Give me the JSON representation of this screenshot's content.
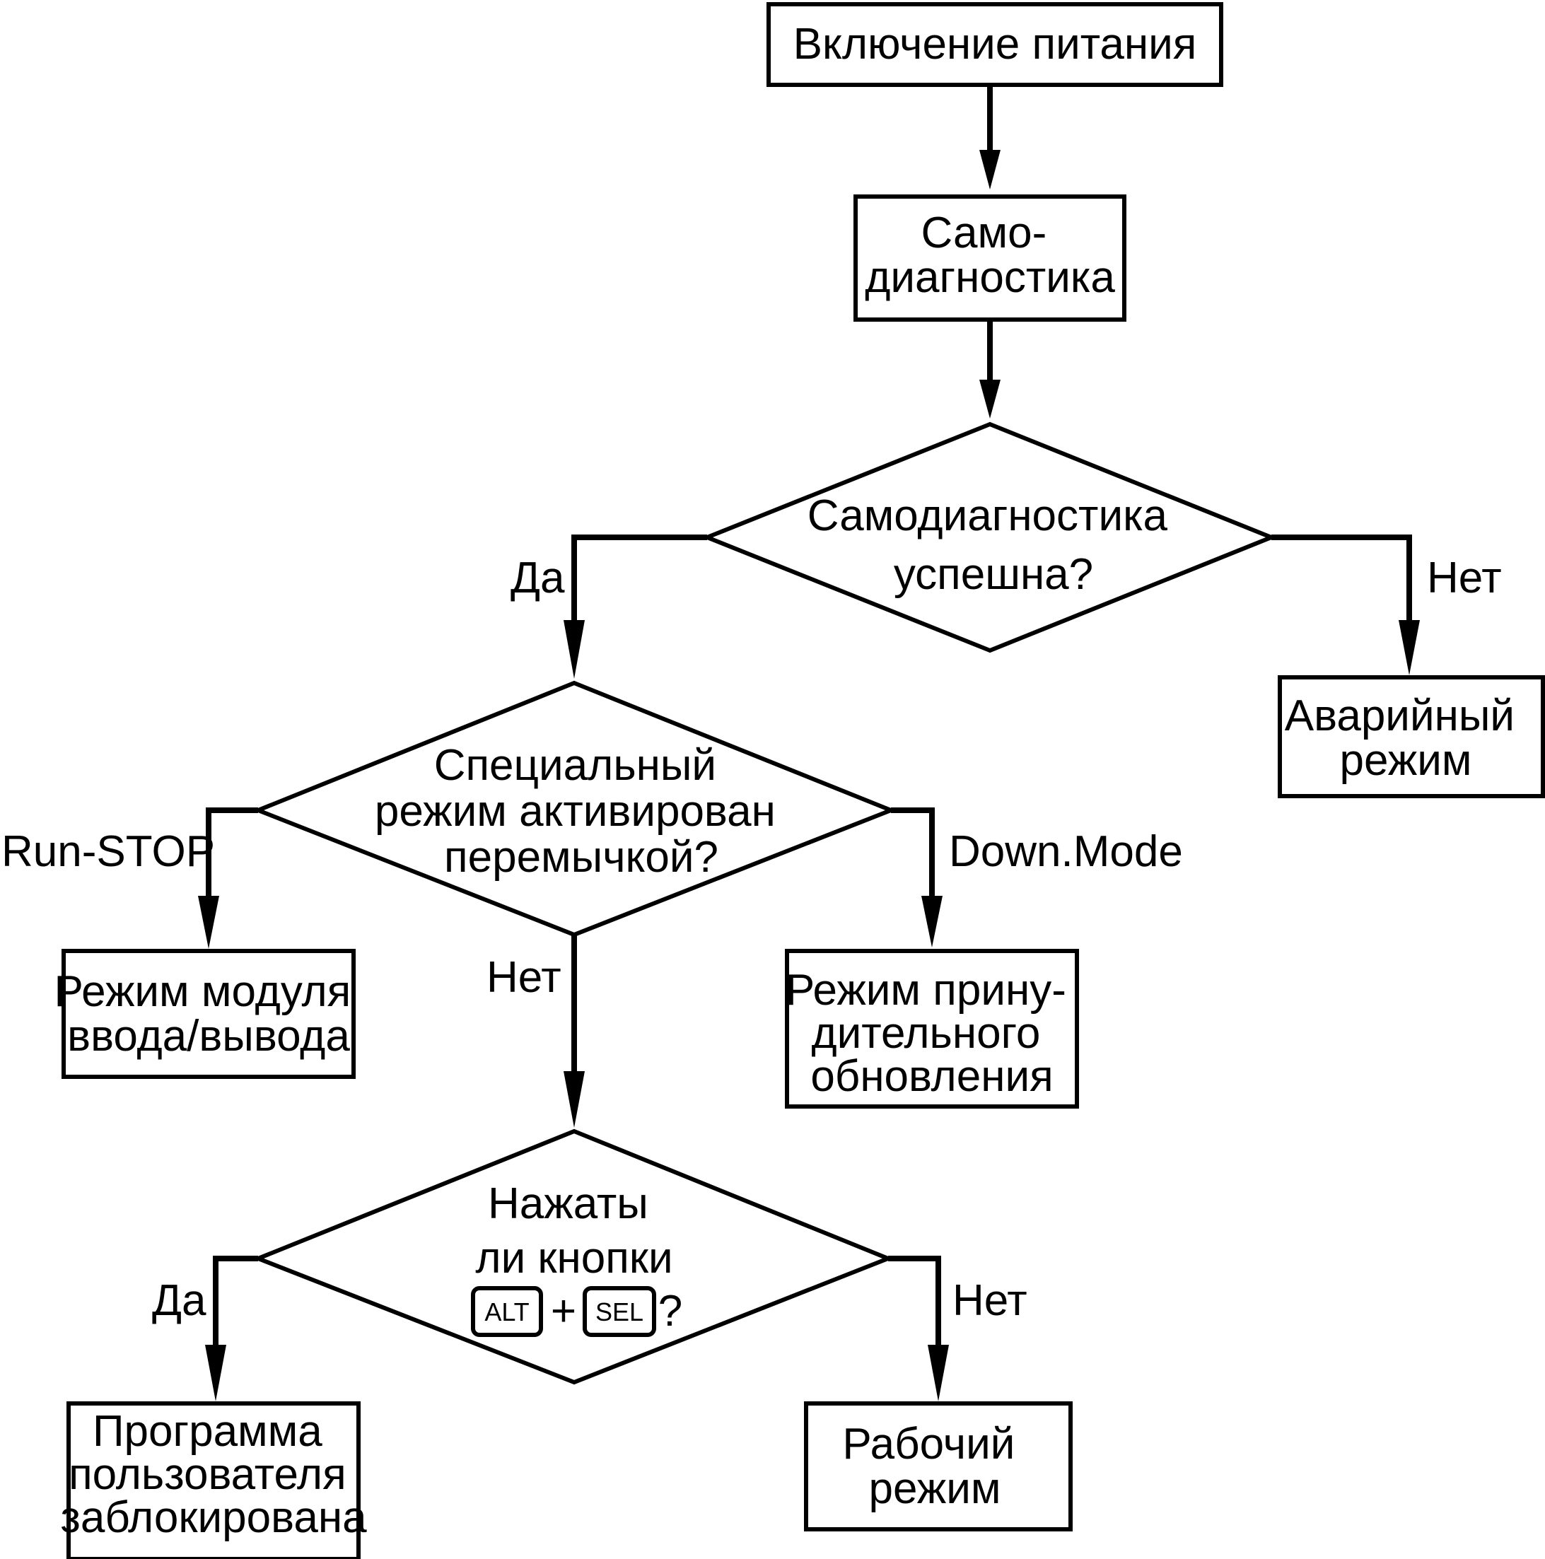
{
  "nodes": {
    "power_on": "Включение питания",
    "self_test": [
      "Само-",
      "диагностика"
    ],
    "self_test_ok": [
      "Самодиагностика",
      "успешна?"
    ],
    "emergency": [
      "Аварийный",
      "режим"
    ],
    "special_mode": [
      "Специальный",
      "режим активирован",
      "перемычкой?"
    ],
    "io_module": [
      "Режим модуля",
      "ввода/вывода"
    ],
    "forced_update": [
      "Режим прину-",
      "дительного",
      "обновления"
    ],
    "keys_pressed": [
      "Нажаты",
      "ли кнопки"
    ],
    "user_program_locked": [
      "Программа",
      "пользователя",
      "заблокирована"
    ],
    "work_mode": [
      "Рабочий",
      "режим"
    ]
  },
  "keys": {
    "alt": "ALT",
    "plus": "+",
    "sel": "SEL",
    "question": "?"
  },
  "edges": {
    "self_test_yes": "Да",
    "self_test_no": "Нет",
    "run_stop": "Run-STOP",
    "down_mode": "Down.Mode",
    "special_no": "Нет",
    "keys_yes": "Да",
    "keys_no": "Нет"
  }
}
